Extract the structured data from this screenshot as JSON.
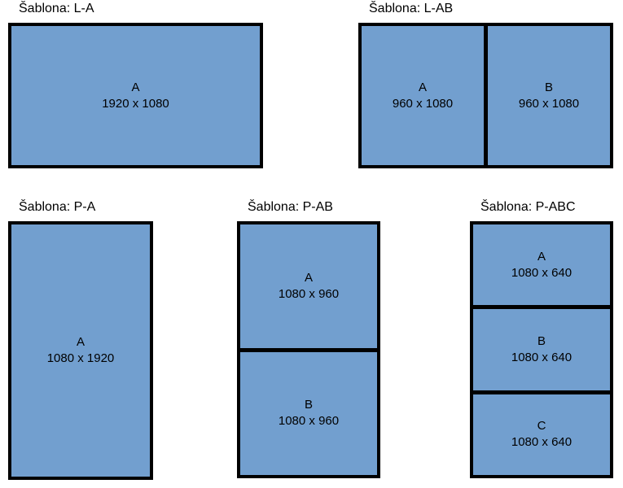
{
  "colors": {
    "zone_fill": "#729fcf",
    "frame_border": "#000000",
    "text": "#000000",
    "background": "#ffffff"
  },
  "templates": [
    {
      "id": "L-A",
      "title": "Šablona: L-A",
      "zones": [
        {
          "name": "A",
          "size": "1920 x 1080"
        }
      ]
    },
    {
      "id": "L-AB",
      "title": "Šablona: L-AB",
      "zones": [
        {
          "name": "A",
          "size": "960 x 1080"
        },
        {
          "name": "B",
          "size": "960 x 1080"
        }
      ]
    },
    {
      "id": "P-A",
      "title": "Šablona: P-A",
      "zones": [
        {
          "name": "A",
          "size": "1080 x 1920"
        }
      ]
    },
    {
      "id": "P-AB",
      "title": "Šablona: P-AB",
      "zones": [
        {
          "name": "A",
          "size": "1080 x 960"
        },
        {
          "name": "B",
          "size": "1080 x 960"
        }
      ]
    },
    {
      "id": "P-ABC",
      "title": "Šablona: P-ABC",
      "zones": [
        {
          "name": "A",
          "size": "1080 x 640"
        },
        {
          "name": "B",
          "size": "1080 x 640"
        },
        {
          "name": "C",
          "size": "1080 x 640"
        }
      ]
    }
  ]
}
